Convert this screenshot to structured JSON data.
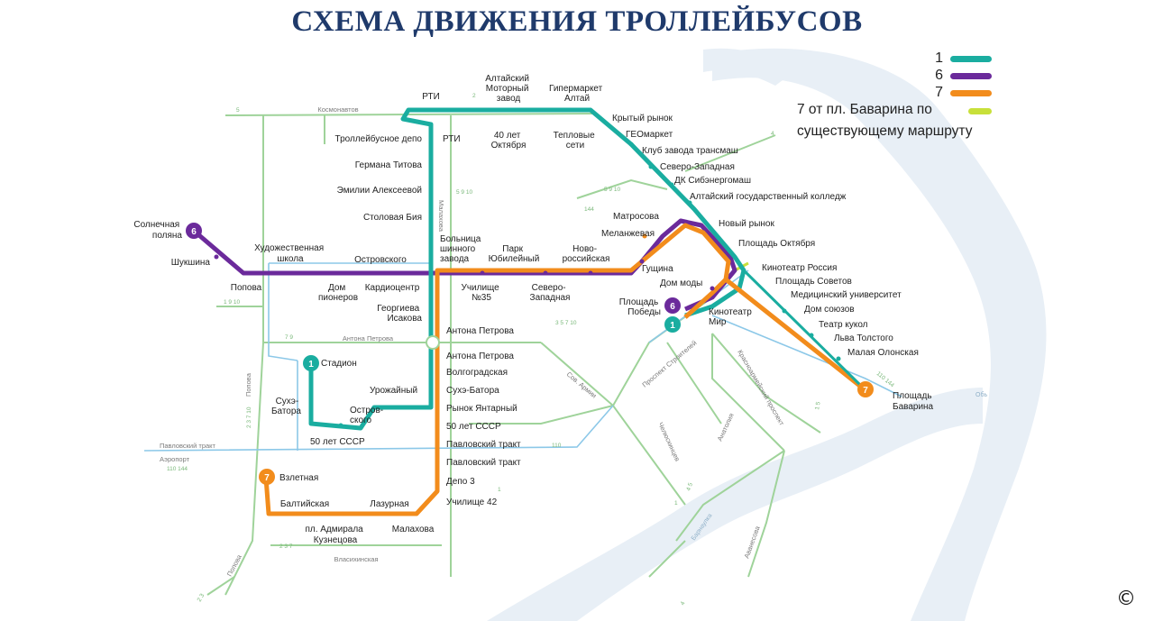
{
  "title": "СХЕМА ДВИЖЕНИЯ ТРОЛЛЕЙБУСОВ",
  "colors": {
    "route1": "#1aada0",
    "route6": "#6b2a9b",
    "route7": "#f28c1c",
    "route7alt": "#c8e03a",
    "streets": "#9fd39a",
    "river": "#e8eff6",
    "bus": "#8cc8e8"
  },
  "legend": {
    "items": [
      {
        "number": "1"
      },
      {
        "number": "6"
      },
      {
        "number": "7"
      }
    ],
    "note": "7 от пл. Баварина по существующему маршруту"
  },
  "badges": {
    "b1": "1",
    "b6": "6",
    "b7": "7"
  },
  "stops": {
    "rti_top": "РТИ",
    "altai_motor": [
      "Алтайский",
      "Моторный",
      "завод"
    ],
    "gipermarket": [
      "Гипермаркет",
      "Алтай"
    ],
    "krytyi_rynok": "Крытый рынок",
    "geomarket": "ГЕОмаркет",
    "klub_transmash": "Клуб завода трансмаш",
    "severo_zap1": "Северо-Западная",
    "dk_sibenergo": "ДК Сибэнергомаш",
    "agk": "Алтайский государственный колледж",
    "novyi_rynok": "Новый рынок",
    "pl_oktyabrya": "Площадь Октября",
    "kino_rossiya": "Кинотеатр Россия",
    "pl_sovetov": "Площадь Советов",
    "med_univer": "Медицинский университет",
    "dom_soyuzov": "Дом союзов",
    "teatr_kukol": "Театр кукол",
    "lva_tolstogo": "Льва Толстого",
    "malaya_olon": "Малая Олонская",
    "pl_bavarina": [
      "Площадь",
      "Баварина"
    ],
    "trol_depo": "Троллейбусное депо",
    "rti_2": "РТИ",
    "40let_okt": [
      "40 лет",
      "Октября"
    ],
    "teplovye_seti": [
      "Тепловые",
      "сети"
    ],
    "germana_titova": "Германа Титова",
    "emilii_alekseevoi": "Эмилии Алексеевой",
    "stolovaya_biya": "Столовая Бия",
    "solnechnaya_polyana": [
      "Солнечная",
      "поляна"
    ],
    "shukshina": "Шукшина",
    "khud_shkola": [
      "Художественная",
      "школа"
    ],
    "ostrovskogo": "Островского",
    "bolnitsa": [
      "Больница",
      "шинного",
      "завода"
    ],
    "park_yubil": [
      "Парк",
      "Юбилейный"
    ],
    "novorossiiskaya": [
      "Ново-",
      "российская"
    ],
    "matrosova": "Матросова",
    "melanzheva": "Меланжевая",
    "gushchina": "Гущина",
    "dom_mody": "Дом моды",
    "pl_pobedy": [
      "Площадь",
      "Победы"
    ],
    "kino_mir": [
      "Кинотеатр",
      "Мир"
    ],
    "popova": "Попова",
    "dom_pionerov": [
      "Дом",
      "пионеров"
    ],
    "kardiotsentr": "Кардиоцентр",
    "uchilishche35": [
      "Училище",
      "№35"
    ],
    "severo_zap2": [
      "Северо-",
      "Западная"
    ],
    "georgieva": [
      "Георгиева",
      "Исакова"
    ],
    "antona_petrova1": "Антона Петрова",
    "antona_petrova2": "Антона Петрова",
    "stadion": "Стадион",
    "volgogradskaya": "Волгоградская",
    "sukhe_batora1": "Сухэ-Батора",
    "urozhainyi": "Урожайный",
    "rynok_yantarnyi": "Рынок Янтарный",
    "sukhe_batora2": [
      "Сухэ-",
      "Батора"
    ],
    "ostrovskogo2": [
      "Остров-",
      "ского"
    ],
    "50let_sssr1": "50 лет СССР",
    "50let_sssr2": "50 лет СССР",
    "pavl_trakt1": "Павловский тракт",
    "pavl_trakt2": "Павловский тракт",
    "vzletnaya": "Взлетная",
    "depo3": "Депо 3",
    "baltiiskaya": "Балтийская",
    "lazurnaya": "Лазурная",
    "uchilishche42": "Училище 42",
    "pl_admirala": [
      "пл. Адмирала",
      "Кузнецова"
    ],
    "malakhova": "Малахова"
  },
  "streets": {
    "kosmonavtov": "Космонавтов",
    "malakhova": "Малахова",
    "antona_petrova": "Антона Петрова",
    "popova": "Попова",
    "pavlovskii": "Павловский тракт",
    "aeroport": "Аэропорт",
    "vlasikhinskaya": "Власихинская",
    "popova2": "Попова",
    "sov_armii": "Сов. Армии",
    "prosp_stroitelei": "Проспект Строителей",
    "krasnoarmeiskii": "Красноармейский проспект",
    "chelyuskintsev": "Челюскинцев",
    "anatoliya": "Анатолия",
    "barnaulka": "Барнаулка",
    "ob": "Обь",
    "avanesova": "Аванесова"
  },
  "route_labels": {
    "r5": "5",
    "r2": "2",
    "r4": "4",
    "r5910": "5 9 10",
    "r144": "144",
    "r5910b": "5 9 10",
    "r1910": "1 9 10",
    "r3710": "3 5 7 10",
    "r79": "7 9",
    "r2710": "2 3 7 10",
    "r110": "110",
    "r110_144": "110 144",
    "r237": "2 3 7",
    "r23": "2 3",
    "r45": "4 5",
    "r110_144b": "110 144",
    "r1": "1",
    "r15": "1 5",
    "r4b": "4",
    "r1b": "1"
  },
  "copyright": "©"
}
